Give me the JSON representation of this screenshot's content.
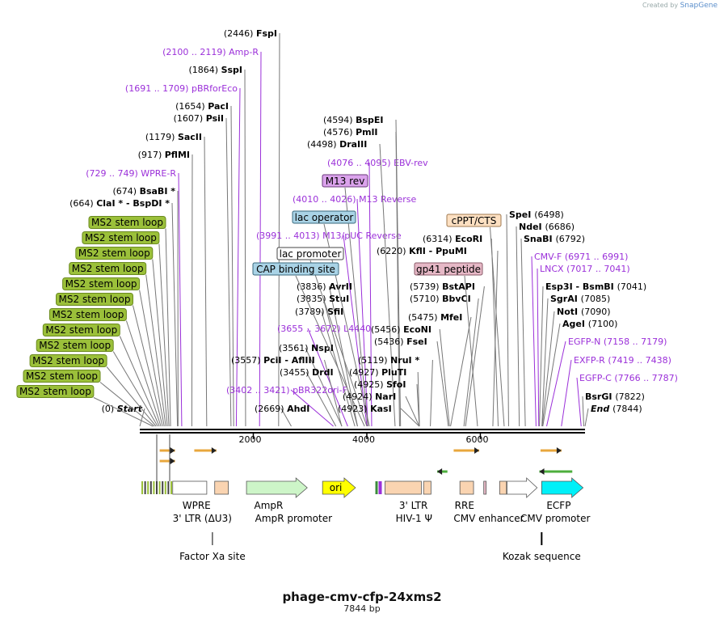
{
  "credit": {
    "prefix": "Created by",
    "brand": "SnapGene"
  },
  "map": {
    "title": "phage-cmv-cfp-24xms2",
    "length_text": "7844 bp"
  },
  "colors": {
    "enzyme": "#000000",
    "primer": "#9b30d9",
    "line": "#777777",
    "primer_line": "#9b30d9",
    "ms2_fill": "#9bc03a",
    "ms2_stroke": "#6b8a1f"
  },
  "ruler": [
    {
      "text": "2000",
      "bp": 2000
    },
    {
      "text": "4000",
      "bp": 4000
    },
    {
      "text": "6000",
      "bp": 6000
    }
  ],
  "left_labels": [
    {
      "pos": "(2446)",
      "name": "FspI",
      "bp": 2446,
      "kind": "enzyme"
    },
    {
      "pos": "(2100 .. 2119)",
      "name": "Amp-R",
      "bp": 2110,
      "kind": "primer"
    },
    {
      "pos": "(1864)",
      "name": "SspI",
      "bp": 1864,
      "kind": "enzyme"
    },
    {
      "pos": "(1691 .. 1709)",
      "name": "pBRforEco",
      "bp": 1700,
      "kind": "primer"
    },
    {
      "pos": "(1654)",
      "name": "PacI",
      "bp": 1654,
      "kind": "enzyme"
    },
    {
      "pos": "(1607)",
      "name": "PsiI",
      "bp": 1607,
      "kind": "enzyme"
    },
    {
      "pos": "(1179)",
      "name": "SacII",
      "bp": 1179,
      "kind": "enzyme"
    },
    {
      "pos": "(917)",
      "name": "PflMI",
      "bp": 917,
      "kind": "enzyme"
    },
    {
      "pos": "(729 .. 749)",
      "name": "WPRE-R",
      "bp": 739,
      "kind": "primer"
    },
    {
      "pos": "(674)",
      "name": "BsaBI *",
      "bp": 674,
      "kind": "enzyme"
    },
    {
      "pos": "(664)",
      "name": "ClaI *  -  BspDI *",
      "bp": 664,
      "kind": "enzyme"
    },
    {
      "pos": "(0)",
      "name": "Start",
      "bp": 0,
      "kind": "start"
    }
  ],
  "ms2_loops": [
    {
      "label": "MS2 stem loop",
      "bp": 542
    },
    {
      "label": "MS2 stem loop",
      "bp": 514
    },
    {
      "label": "MS2 stem loop",
      "bp": 486
    },
    {
      "label": "MS2 stem loop",
      "bp": 458
    },
    {
      "label": "MS2 stem loop",
      "bp": 430
    },
    {
      "label": "MS2 stem loop",
      "bp": 401
    },
    {
      "label": "MS2 stem loop",
      "bp": 372
    },
    {
      "label": "MS2 stem loop",
      "bp": 344
    },
    {
      "label": "MS2 stem loop",
      "bp": 316
    },
    {
      "label": "MS2 stem loop",
      "bp": 288
    },
    {
      "label": "MS2 stem loop",
      "bp": 260
    },
    {
      "label": "MS2 stem loop",
      "bp": 232
    }
  ],
  "middle_labels": [
    {
      "pos": "(4076 .. 4095)",
      "name": "EBV-rev",
      "bp": 4085,
      "kind": "primer"
    },
    {
      "pos": "(4010 .. 4026)",
      "name": "M13 Reverse",
      "bp": 4018,
      "kind": "primer"
    },
    {
      "pos": "(3991 .. 4013)",
      "name": "M13/pUC Reverse",
      "bp": 4002,
      "kind": "primer"
    },
    {
      "pos": "(3836)",
      "name": "AvrII",
      "bp": 3836,
      "kind": "enzyme"
    },
    {
      "pos": "(3835)",
      "name": "StuI",
      "bp": 3835,
      "kind": "enzyme"
    },
    {
      "pos": "(3789)",
      "name": "SfiI",
      "bp": 3789,
      "kind": "enzyme"
    },
    {
      "pos": "(3655 .. 3672)",
      "name": "L4440",
      "bp": 3663,
      "kind": "primer"
    },
    {
      "pos": "(3561)",
      "name": "NspI",
      "bp": 3561,
      "kind": "enzyme"
    },
    {
      "pos": "(3557)",
      "name": "PciI  -  AflIII",
      "bp": 3557,
      "kind": "enzyme"
    },
    {
      "pos": "(3455)",
      "name": "DrdI",
      "bp": 3455,
      "kind": "enzyme"
    },
    {
      "pos": "(3402 .. 3421)",
      "name": "pBR322ori-F",
      "bp": 3411,
      "kind": "primer"
    },
    {
      "pos": "(2669)",
      "name": "AhdI",
      "bp": 2669,
      "kind": "enzyme"
    }
  ],
  "middle_features": [
    {
      "label": "M13 rev",
      "bp": 4018,
      "fill": "#dba3ec",
      "stroke": "#6a3a7a"
    },
    {
      "label": "lac operator",
      "bp": 4045,
      "fill": "#a9d3e6",
      "stroke": "#3a6a7e"
    },
    {
      "label": "lac promoter",
      "bp": 4000,
      "fill": "#ffffff",
      "stroke": "#444444"
    },
    {
      "label": "CAP binding site",
      "bp": 3960,
      "fill": "#a9d3e6",
      "stroke": "#3a6a7e"
    }
  ],
  "upper_right_labels": [
    {
      "pos": "(4594)",
      "name": "BspEI",
      "bp": 4594,
      "kind": "enzyme"
    },
    {
      "pos": "(4576)",
      "name": "PmlI",
      "bp": 4576,
      "kind": "enzyme"
    },
    {
      "pos": "(4498)",
      "name": "DraIII",
      "bp": 4498,
      "kind": "enzyme"
    }
  ],
  "right_cluster_labels": [
    {
      "pos": "(6314)",
      "name": "EcoRI",
      "bp": 6314,
      "kind": "enzyme"
    },
    {
      "pos": "(6220)",
      "name": "KflI  -  PpuMI",
      "bp": 6220,
      "kind": "enzyme"
    },
    {
      "pos": "(5739)",
      "name": "BstAPI",
      "bp": 5739,
      "kind": "enzyme"
    },
    {
      "pos": "(5710)",
      "name": "BbvCI",
      "bp": 5710,
      "kind": "enzyme"
    },
    {
      "pos": "(5475)",
      "name": "MfeI",
      "bp": 5475,
      "kind": "enzyme"
    },
    {
      "pos": "(5456)",
      "name": "EcoNI",
      "bp": 5456,
      "kind": "enzyme"
    },
    {
      "pos": "(5436)",
      "name": "FseI",
      "bp": 5436,
      "kind": "enzyme"
    },
    {
      "pos": "(5119)",
      "name": "NruI *",
      "bp": 5119,
      "kind": "enzyme"
    },
    {
      "pos": "(4927)",
      "name": "PluTI",
      "bp": 4927,
      "kind": "enzyme"
    },
    {
      "pos": "(4925)",
      "name": "SfoI",
      "bp": 4925,
      "kind": "enzyme"
    },
    {
      "pos": "(4924)",
      "name": "NarI",
      "bp": 4924,
      "kind": "enzyme"
    },
    {
      "pos": "(4923)",
      "name": "KasI",
      "bp": 4923,
      "kind": "enzyme"
    }
  ],
  "right_features": [
    {
      "label": "cPPT/CTS",
      "bp": 6420,
      "fill": "#fde0c2",
      "stroke": "#a07a50"
    },
    {
      "label": "gp41 peptide",
      "bp": 5950,
      "fill": "#e6b8c6",
      "stroke": "#8a5a68"
    }
  ],
  "far_right_labels": [
    {
      "name": "SpeI",
      "pos": "(6498)",
      "bp": 6498,
      "kind": "enzyme"
    },
    {
      "name": "NdeI",
      "pos": "(6686)",
      "bp": 6686,
      "kind": "enzyme"
    },
    {
      "name": "SnaBI",
      "pos": "(6792)",
      "bp": 6792,
      "kind": "enzyme"
    },
    {
      "name": "CMV-F",
      "pos": "(6971 .. 6991)",
      "bp": 6981,
      "kind": "primer"
    },
    {
      "name": "LNCX",
      "pos": "(7017 .. 7041)",
      "bp": 7029,
      "kind": "primer"
    },
    {
      "name": "Esp3I  -  BsmBI",
      "pos": "(7041)",
      "bp": 7041,
      "kind": "enzyme"
    },
    {
      "name": "SgrAI",
      "pos": "(7085)",
      "bp": 7085,
      "kind": "enzyme"
    },
    {
      "name": "NotI",
      "pos": "(7090)",
      "bp": 7090,
      "kind": "enzyme"
    },
    {
      "name": "AgeI",
      "pos": "(7100)",
      "bp": 7100,
      "kind": "enzyme"
    },
    {
      "name": "EGFP-N",
      "pos": "(7158 .. 7179)",
      "bp": 7168,
      "kind": "primer"
    },
    {
      "name": "EXFP-R",
      "pos": "(7419 .. 7438)",
      "bp": 7428,
      "kind": "primer"
    },
    {
      "name": "EGFP-C",
      "pos": "(7766 .. 7787)",
      "bp": 7776,
      "kind": "primer"
    },
    {
      "name": "BsrGI",
      "pos": "(7822)",
      "bp": 7822,
      "kind": "enzyme"
    },
    {
      "name": "End",
      "pos": "(7844)",
      "bp": 7844,
      "kind": "end"
    }
  ],
  "strand_arrows": [
    {
      "start": 350,
      "end": 620,
      "dir": "fwd",
      "color": "#e8a73c"
    },
    {
      "start": 350,
      "end": 620,
      "dir": "fwd",
      "color": "#e8a73c"
    },
    {
      "start": 960,
      "end": 1350,
      "dir": "fwd",
      "color": "#e8a73c"
    },
    {
      "start": 5530,
      "end": 5980,
      "dir": "fwd",
      "color": "#e8a73c"
    },
    {
      "start": 7060,
      "end": 7430,
      "dir": "fwd",
      "color": "#e8a73c"
    },
    {
      "start": 5240,
      "end": 5420,
      "dir": "rev",
      "color": "#4cae3c"
    },
    {
      "start": 7040,
      "end": 7620,
      "dir": "rev",
      "color": "#4cae3c"
    }
  ],
  "features": [
    {
      "label": "",
      "start": 0,
      "end": 820,
      "shape": "ms2ticks",
      "fill": "#9bc03a"
    },
    {
      "label": "",
      "start": 580,
      "end": 1180,
      "shape": "box",
      "fill": "#ffffff"
    },
    {
      "label": "",
      "start": 1320,
      "end": 1560,
      "shape": "box",
      "fill": "#fad4b1"
    },
    {
      "label": "",
      "start": 1880,
      "end": 2950,
      "shape": "arrow",
      "fill": "#cdf5c8"
    },
    {
      "label": "ori",
      "start": 3220,
      "end": 3800,
      "shape": "arrow",
      "fill": "#ffff00"
    },
    {
      "label": "",
      "start": 4150,
      "end": 4290,
      "shape": "bars",
      "fill": "#9b30d9"
    },
    {
      "label": "",
      "start": 4320,
      "end": 4960,
      "shape": "box",
      "fill": "#fad4b1"
    },
    {
      "label": "",
      "start": 5000,
      "end": 5130,
      "shape": "box",
      "fill": "#fad4b1"
    },
    {
      "label": "",
      "start": 5640,
      "end": 5880,
      "shape": "box",
      "fill": "#fad4b1"
    },
    {
      "label": "",
      "start": 6060,
      "end": 6100,
      "shape": "box",
      "fill": "#e6b8c6"
    },
    {
      "label": "",
      "start": 6340,
      "end": 6460,
      "shape": "box",
      "fill": "#fad4b1"
    },
    {
      "label": "",
      "start": 6470,
      "end": 7000,
      "shape": "arrow",
      "fill": "#ffffff"
    },
    {
      "label": "",
      "start": 7080,
      "end": 7810,
      "shape": "arrow",
      "fill": "#00f0f8"
    }
  ],
  "bottom_labels": [
    {
      "text": "WPRE",
      "bp": 1000,
      "row": 1
    },
    {
      "text": "3' LTR (ΔU3)",
      "bp": 1100,
      "row": 2
    },
    {
      "text": "AmpR",
      "bp": 2270,
      "row": 1
    },
    {
      "text": "AmpR promoter",
      "bp": 2710,
      "row": 2
    },
    {
      "text": "3' LTR",
      "bp": 4820,
      "row": 1
    },
    {
      "text": "HIV-1 Ψ",
      "bp": 4830,
      "row": 2
    },
    {
      "text": "RRE",
      "bp": 5720,
      "row": 1
    },
    {
      "text": "CMV enhancer",
      "bp": 6150,
      "row": 2
    },
    {
      "text": "ECFP",
      "bp": 7380,
      "row": 1
    },
    {
      "text": "CMV promoter",
      "bp": 7320,
      "row": 2
    },
    {
      "text": "Factor Xa site",
      "bp": 1280,
      "row": 3
    },
    {
      "text": "Kozak sequence",
      "bp": 7080,
      "row": 3
    }
  ]
}
